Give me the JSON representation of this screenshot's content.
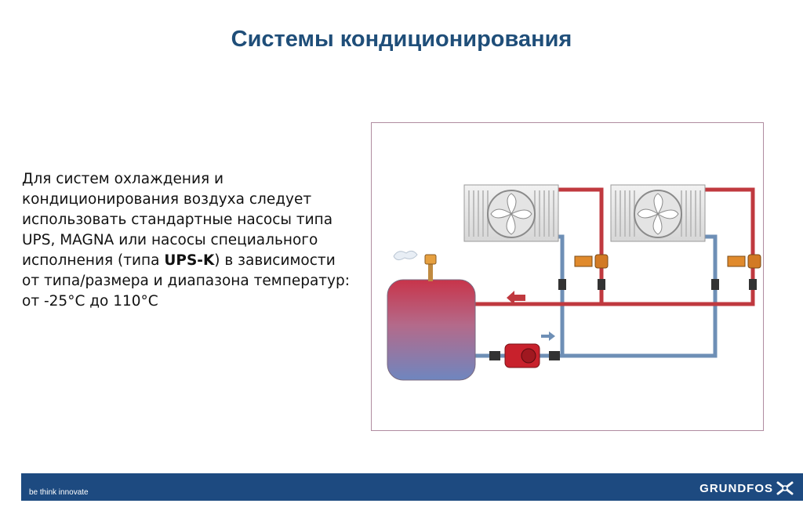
{
  "slide": {
    "title": "Системы кондиционирования",
    "text_parts": [
      "Для систем охлаждения и кондиционирования воздуха следует использовать стандартные насосы типа UPS, MAGNA или насосы специального исполнения (типа ",
      "UPS-K",
      ") в зависимости от типа/размера и диапазона температур: от -25°C до 110°C"
    ]
  },
  "footer": {
    "tagline": "be think innovate",
    "brand": "GRUNDFOS"
  },
  "colors": {
    "title": "#1f4e79",
    "footer_bg": "#1d4a80",
    "hot_pipe": "#c0393f",
    "cold_pipe": "#6e8fb6",
    "frame_border": "#b08ca0"
  }
}
